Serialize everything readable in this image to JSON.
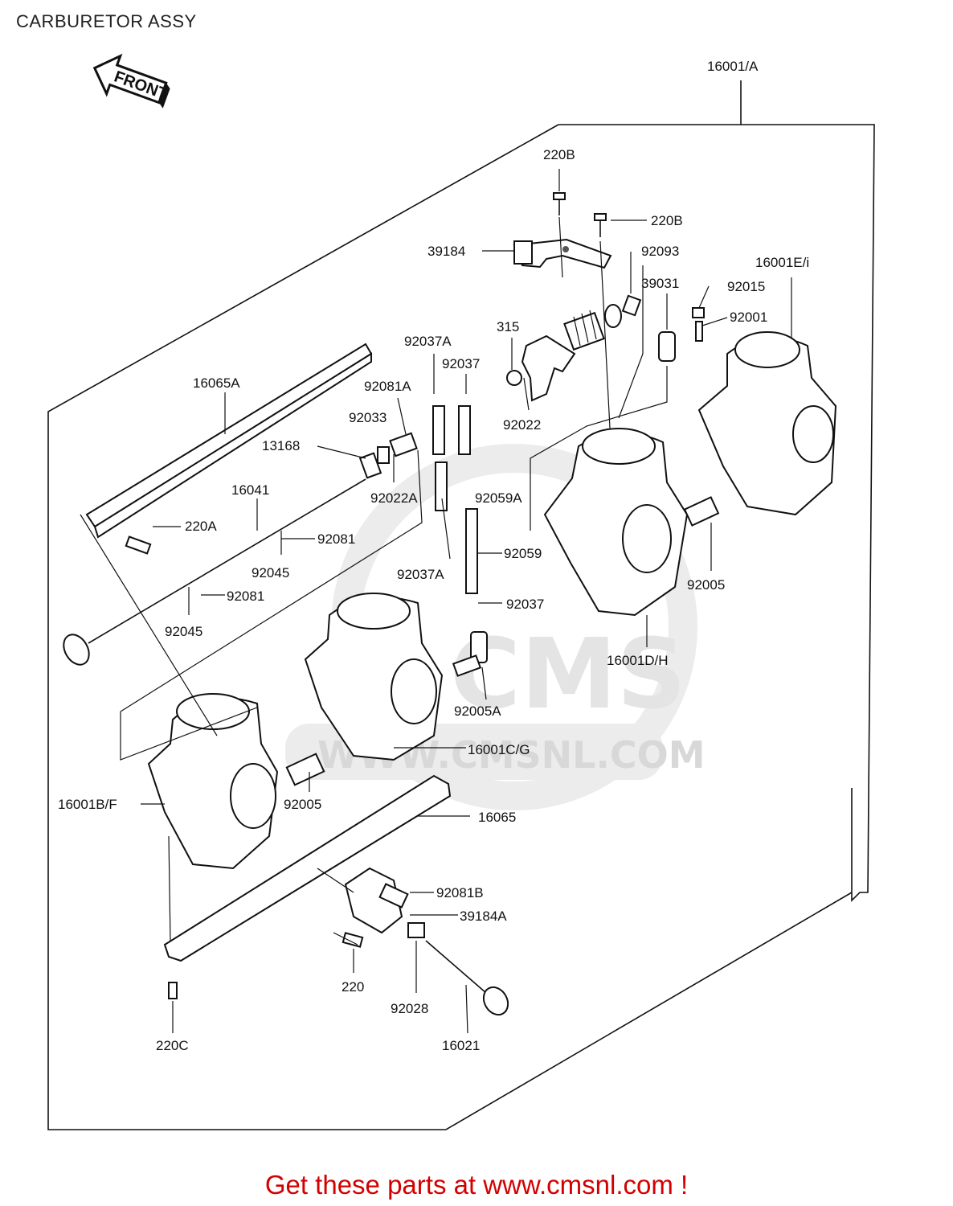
{
  "page": {
    "title": "CARBURETOR ASSY",
    "footer": "Get these parts at www.cmsnl.com !"
  },
  "watermark": {
    "logo_text": "CMS",
    "url_text": "WWW.CMSNL.COM",
    "color": "#e4e4e4"
  },
  "direction_arrow": {
    "text": "FRONT"
  },
  "part_labels": [
    "16001/A",
    "220B",
    "220B",
    "39184",
    "92093",
    "16001E/i",
    "39031",
    "92015",
    "92001",
    "315",
    "92037A",
    "92037",
    "92081A",
    "92022",
    "16065A",
    "92033",
    "13168",
    "16041",
    "92022A",
    "92059A",
    "220A",
    "92081",
    "92045",
    "92037A",
    "92059",
    "92081",
    "92045",
    "92037",
    "92005",
    "16001D/H",
    "92005A",
    "16001C/G",
    "16001B/F",
    "92005",
    "16065",
    "92081B",
    "39184A",
    "220",
    "92028",
    "16021",
    "220C"
  ],
  "colors": {
    "line": "#111111",
    "footer": "#d40000",
    "background": "#ffffff"
  }
}
